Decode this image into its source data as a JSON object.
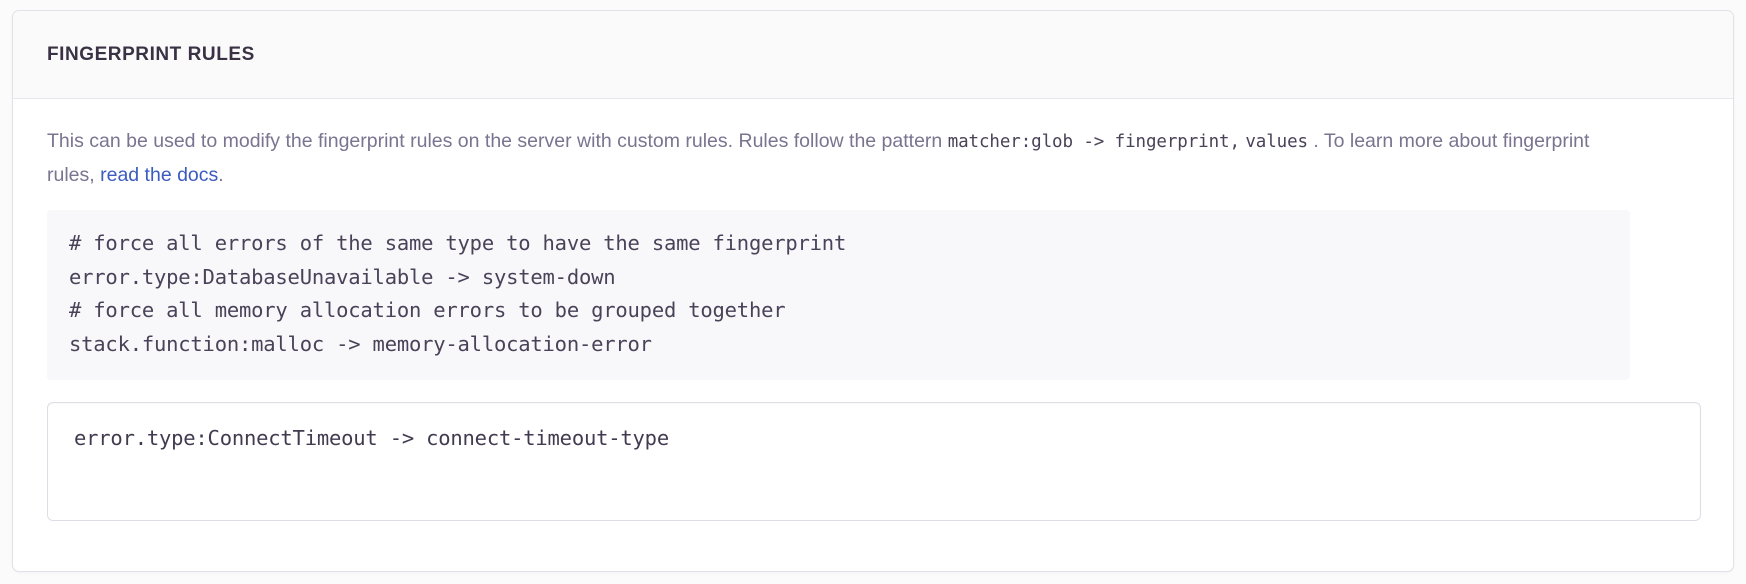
{
  "panel": {
    "title": "FINGERPRINT RULES",
    "description": {
      "part1": "This can be used to modify the fingerprint rules on the server with custom rules. Rules follow the pattern ",
      "code1": "matcher:glob -> fingerprint,",
      "code2": "values",
      "part2": " . To learn more about fingerprint rules, ",
      "link_label": "read the docs",
      "part3": "."
    },
    "example_block": {
      "lines": [
        "# force all errors of the same type to have the same fingerprint",
        "error.type:DatabaseUnavailable -> system-down",
        "# force all memory allocation errors to be grouped together",
        "stack.function:malloc -> memory-allocation-error"
      ]
    },
    "rules_input": {
      "value": "error.type:ConnectTimeout -> connect-timeout-type",
      "placeholder": ""
    }
  },
  "colors": {
    "link": "#3b5bbf",
    "heading": "#3a3244",
    "body_text": "#7a7490",
    "code_text": "#4a4258",
    "panel_border": "#e1e1e8",
    "header_bg": "#fafafb",
    "example_bg": "#f8f8fa",
    "input_border": "#dedde6"
  }
}
